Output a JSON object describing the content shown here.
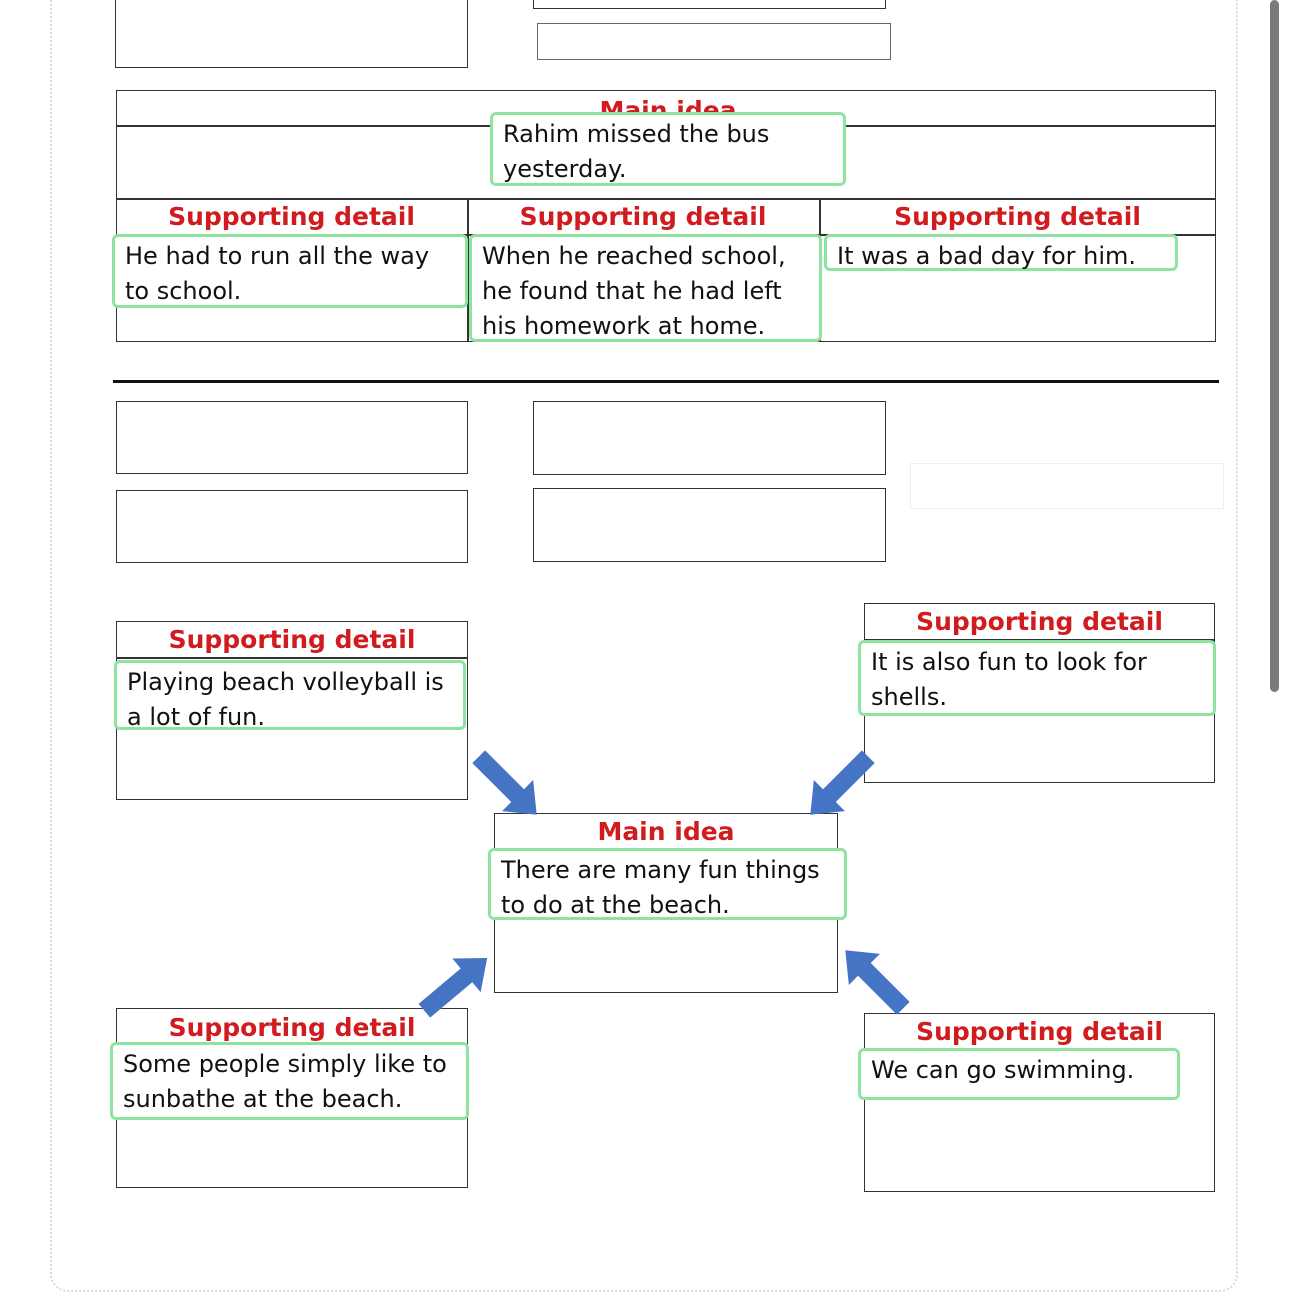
{
  "colors": {
    "header": "#d01c1f",
    "highlight": "#8fe3a0",
    "arrow": "#4674c4"
  },
  "exercise1": {
    "main_idea_header": "Main idea",
    "main_idea": "Rahim missed the bus yesterday.",
    "details": [
      {
        "header": "Supporting detail",
        "text": "He had to run all the way to school."
      },
      {
        "header": "Supporting detail",
        "text": "When he reached school, he found that he had left his homework at home."
      },
      {
        "header": "Supporting detail",
        "text": "It was a bad day for him."
      }
    ]
  },
  "exercise2": {
    "main_idea_header": "Main idea",
    "main_idea": "There are many fun things to do at the beach.",
    "details": [
      {
        "header": "Supporting detail",
        "text": "Playing beach volleyball is a lot of fun."
      },
      {
        "header": "Supporting detail",
        "text": "It is also fun to look for shells."
      },
      {
        "header": "Supporting detail",
        "text": "Some people simply like to sunbathe at the beach."
      },
      {
        "header": "Supporting detail",
        "text": "We can go swimming."
      }
    ]
  }
}
